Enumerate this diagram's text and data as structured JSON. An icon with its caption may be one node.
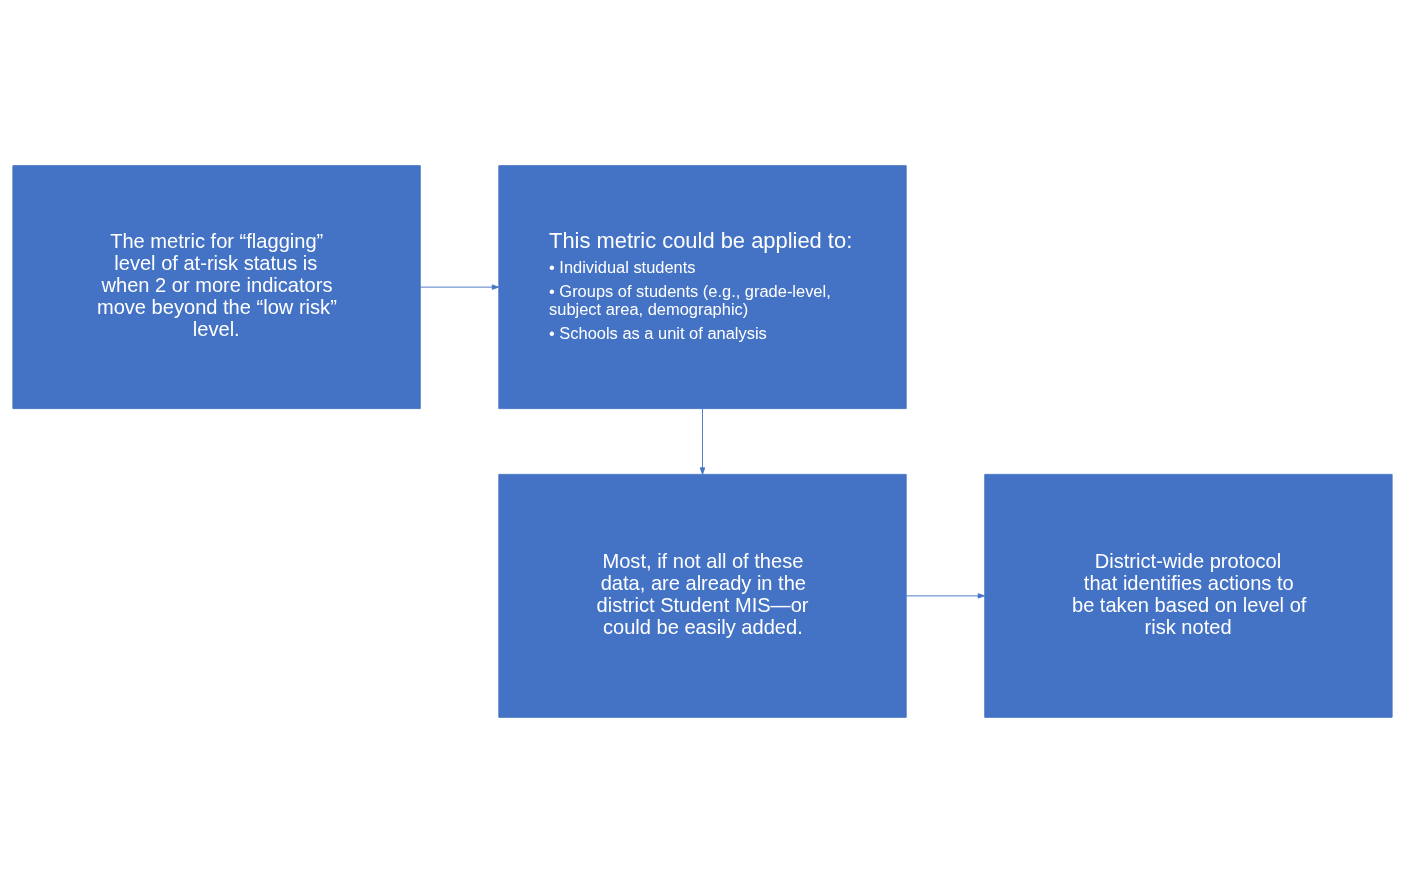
{
  "diagram": {
    "nodes": [
      {
        "text": [
          "The metric for “flagging” level of at-risk status is when 2 or more indicators move beyond the “low risk” level."
        ]
      },
      {
        "text": [
          "This metric could be applied to:",
          "• Individual students",
          "• Groups of students (e.g., grade-level, subject area, demographic)",
          "• Schools as a unit of analysis"
        ]
      },
      {
        "text": [
          "Most, if not all of these data, are already in the district Student MIS—or could be easily added."
        ]
      },
      {
        "text": [
          "District-wide protocol that identifies actions to be taken based on level of risk noted"
        ]
      }
    ],
    "edges": [
      {
        "from": 0,
        "to": 1,
        "arrow": "to"
      },
      {
        "from": 1,
        "to": 2,
        "arrow": "to"
      },
      {
        "from": 2,
        "to": 3,
        "arrow": "to"
      }
    ]
  }
}
